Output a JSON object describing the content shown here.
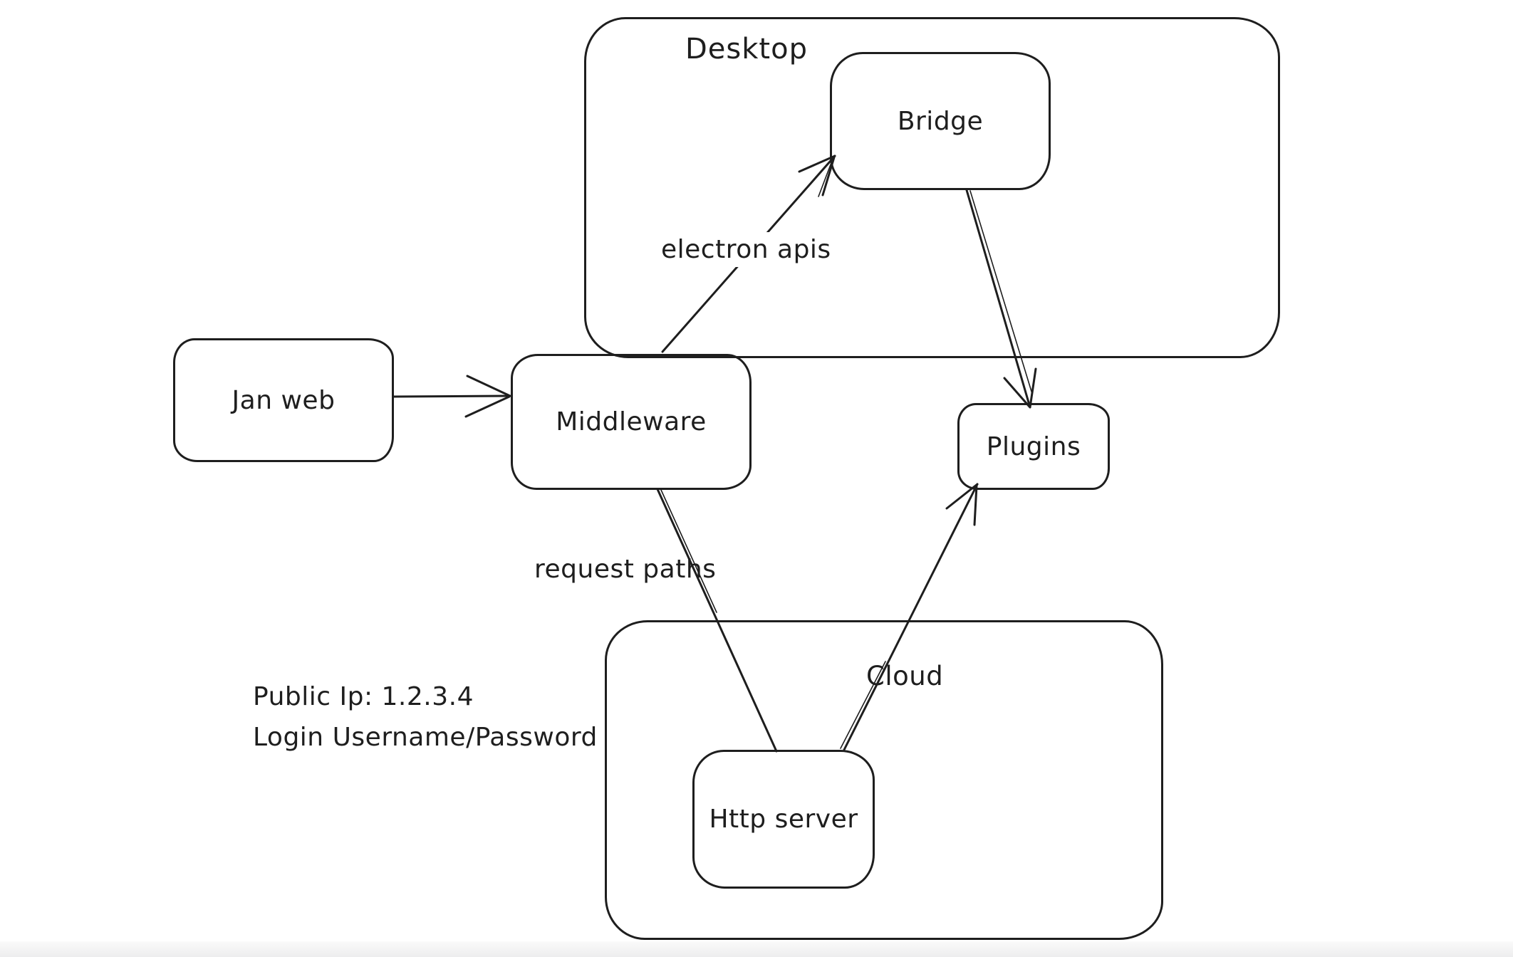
{
  "canvas": {
    "background": "#ffffff",
    "stroke_color": "#1e1e1e",
    "bottom_strip_color": "#ededee"
  },
  "containers": {
    "desktop": {
      "label": "Desktop"
    },
    "cloud": {
      "label": "Cloud"
    }
  },
  "nodes": {
    "jan_web": {
      "label": "Jan web"
    },
    "middleware": {
      "label": "Middleware"
    },
    "bridge": {
      "label": "Bridge"
    },
    "plugins": {
      "label": "Plugins"
    },
    "http_server": {
      "label": "Http server"
    }
  },
  "edges": {
    "jan_web_to_middleware": {
      "from": "Jan web",
      "to": "Middleware",
      "label": "",
      "arrowhead": "end"
    },
    "middleware_to_bridge": {
      "from": "Middleware",
      "to": "Bridge",
      "label": "electron apis",
      "arrowhead": "end"
    },
    "bridge_to_plugins": {
      "from": "Bridge",
      "to": "Plugins",
      "label": "",
      "arrowhead": "end"
    },
    "middleware_to_http_server": {
      "from": "Middleware",
      "to": "Http server",
      "label": "request paths",
      "arrowhead": "none"
    },
    "http_server_to_plugins": {
      "from": "Http server",
      "to": "Plugins",
      "label": "",
      "arrowhead": "end"
    }
  },
  "notes": {
    "public_ip": "Public Ip: 1.2.3.4",
    "login": "Login Username/Password"
  }
}
